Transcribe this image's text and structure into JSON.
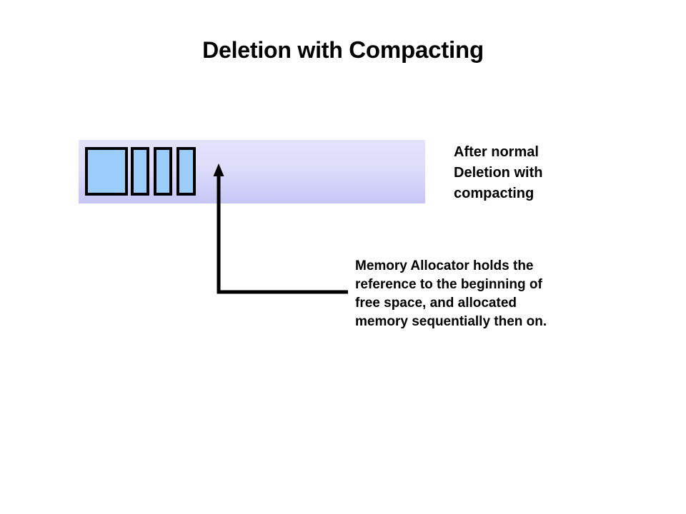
{
  "slide": {
    "title": {
      "part_light": "Deletion with ",
      "part_strong": "Compacting"
    },
    "memory_bar": {
      "blocks": [
        {
          "label": "allocated-block-1"
        },
        {
          "label": "allocated-block-2"
        },
        {
          "label": "allocated-block-3"
        },
        {
          "label": "allocated-block-4"
        }
      ],
      "block_fill_color": "#9BCDFB",
      "block_border_color": "#000000",
      "bar_gradient_top_color": "#E4E2FB",
      "bar_gradient_bottom_color": "#C6C6F6"
    },
    "after_label": {
      "lines": [
        "After normal",
        "Deletion with",
        "compacting"
      ]
    },
    "allocator_note": {
      "lines": [
        "Memory Allocator holds the",
        "reference to the beginning of",
        "free space, and allocated",
        "memory sequentially then on."
      ]
    },
    "pointer": {
      "stroke_color": "#000000",
      "description": "arrow-pointing-to-free-space-start"
    }
  }
}
